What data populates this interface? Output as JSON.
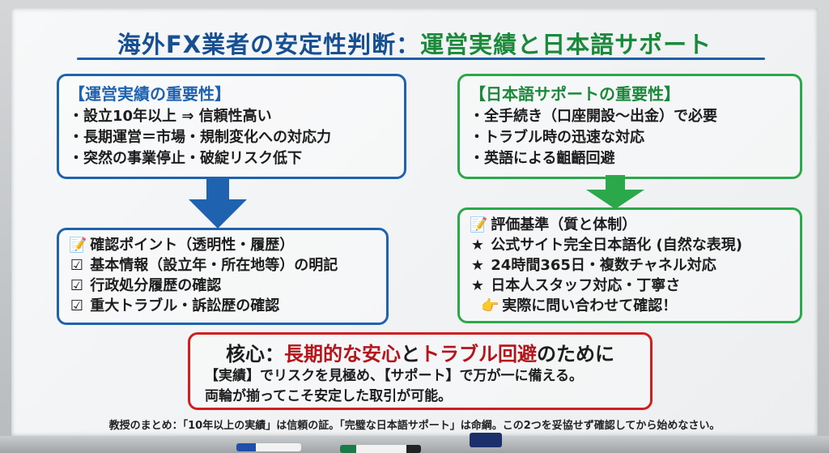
{
  "title": {
    "part1": "海外FX業者の安定性判断：",
    "part2": "運営実績と日本語サポート"
  },
  "left_top": {
    "heading": "【運営実績の重要性】",
    "items": [
      "・設立10年以上 ⇒ 信頼性高い",
      "・長期運営＝市場・規制変化への対応力",
      "・突然の事業停止・破綻リスク低下"
    ]
  },
  "left_bottom": {
    "heading": "確認ポイント（透明性・履歴）",
    "items": [
      "基本情報（設立年・所在地等）の明記",
      "行政処分履歴の確認",
      "重大トラブル・訴訟歴の確認"
    ]
  },
  "right_top": {
    "heading": "【日本語サポートの重要性】",
    "items": [
      "・全手続き（口座開設〜出金）で必要",
      "・トラブル時の迅速な対応",
      "・英語による齟齬回避"
    ]
  },
  "right_bottom": {
    "heading": "評価基準（質と体制）",
    "items": [
      "公式サイト完全日本語化 (自然な表現)",
      "24時間365日・複数チャネル対応",
      "日本人スタッフ対応・丁寧さ"
    ],
    "action": "実際に問い合わせて確認！"
  },
  "core": {
    "prefix": "核心：",
    "red1": "長期的な安心",
    "mid": "と",
    "red2": "トラブル回避",
    "suffix": "のために",
    "line1": "【実績】でリスクを見極め、【サポート】で万が一に備える。",
    "line2": "両輪が揃ってこそ安定した取引が可能。"
  },
  "footer": "教授のまとめ：「10年以上の実績」は信頼の証。「完璧な日本語サポート」は命綱。この2つを妥協せず確認してから始めなさい。",
  "icons": {
    "memo": "memo-icon",
    "check": "checkbox-icon",
    "star": "star-icon",
    "point": "pointing-hand-icon"
  },
  "colors": {
    "blue": "#1f63b0",
    "green": "#2aa84a",
    "red": "#cf1f1f"
  }
}
